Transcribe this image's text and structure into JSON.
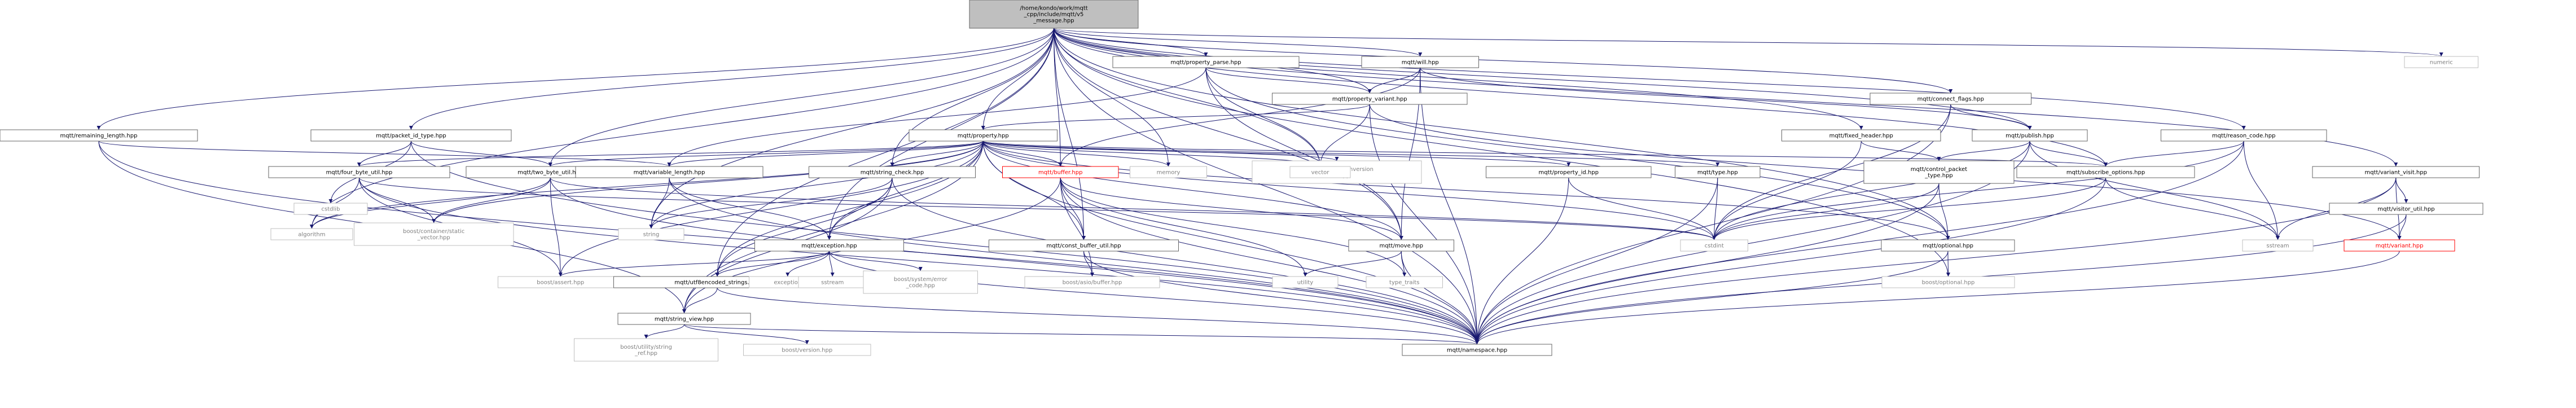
{
  "diagram": {
    "colors": {
      "edge": "#191970",
      "border_normal": "#666666",
      "border_gray": "#bfbfbf",
      "border_red": "#ff0000",
      "fill_root": "#bfbfbf",
      "fill_normal": "#ffffff",
      "text_normal": "#000000",
      "text_gray": "#808080",
      "text_red": "#ff0000"
    },
    "nodes": [
      {
        "id": "root",
        "lines": [
          "/home/kondo/work/mqtt",
          "_cpp/include/mqtt/v5",
          "_message.hpp"
        ],
        "style": "root"
      },
      {
        "id": "remaining_length",
        "lines": [
          "mqtt/remaining_length.hpp"
        ],
        "style": "normal"
      },
      {
        "id": "packet_id_type",
        "lines": [
          "mqtt/packet_id_type.hpp"
        ],
        "style": "normal"
      },
      {
        "id": "property_parse",
        "lines": [
          "mqtt/property_parse.hpp"
        ],
        "style": "normal"
      },
      {
        "id": "will",
        "lines": [
          "mqtt/will.hpp"
        ],
        "style": "normal"
      },
      {
        "id": "property_variant",
        "lines": [
          "mqtt/property_variant.hpp"
        ],
        "style": "normal"
      },
      {
        "id": "property",
        "lines": [
          "mqtt/property.hpp"
        ],
        "style": "normal"
      },
      {
        "id": "connect_flags",
        "lines": [
          "mqtt/connect_flags.hpp"
        ],
        "style": "normal"
      },
      {
        "id": "fixed_header",
        "lines": [
          "mqtt/fixed_header.hpp"
        ],
        "style": "normal"
      },
      {
        "id": "publish",
        "lines": [
          "mqtt/publish.hpp"
        ],
        "style": "normal"
      },
      {
        "id": "reason_code",
        "lines": [
          "mqtt/reason_code.hpp"
        ],
        "style": "normal"
      },
      {
        "id": "numeric",
        "lines": [
          "numeric"
        ],
        "style": "gray"
      },
      {
        "id": "variant_visit",
        "lines": [
          "mqtt/variant_visit.hpp"
        ],
        "style": "normal"
      },
      {
        "id": "four_byte_util",
        "lines": [
          "mqtt/four_byte_util.hpp"
        ],
        "style": "normal"
      },
      {
        "id": "two_byte_util",
        "lines": [
          "mqtt/two_byte_util.hpp"
        ],
        "style": "normal"
      },
      {
        "id": "variable_length",
        "lines": [
          "mqtt/variable_length.hpp"
        ],
        "style": "normal"
      },
      {
        "id": "string_check",
        "lines": [
          "mqtt/string_check.hpp"
        ],
        "style": "normal"
      },
      {
        "id": "buffer",
        "lines": [
          "mqtt/buffer.hpp"
        ],
        "style": "red"
      },
      {
        "id": "memory",
        "lines": [
          "memory"
        ],
        "style": "gray"
      },
      {
        "id": "numeric_conversion",
        "lines": [
          "boost/numeric/conversion",
          "/cast.hpp"
        ],
        "style": "gray"
      },
      {
        "id": "vector",
        "lines": [
          "vector"
        ],
        "style": "gray"
      },
      {
        "id": "property_id",
        "lines": [
          "mqtt/property_id.hpp"
        ],
        "style": "normal"
      },
      {
        "id": "type",
        "lines": [
          "mqtt/type.hpp"
        ],
        "style": "normal"
      },
      {
        "id": "control_packet_type",
        "lines": [
          "mqtt/control_packet",
          "_type.hpp"
        ],
        "style": "normal"
      },
      {
        "id": "subscribe_options",
        "lines": [
          "mqtt/subscribe_options.hpp"
        ],
        "style": "normal"
      },
      {
        "id": "visitor_util",
        "lines": [
          "mqtt/visitor_util.hpp"
        ],
        "style": "normal"
      },
      {
        "id": "cstdlib",
        "lines": [
          "cstdlib"
        ],
        "style": "gray"
      },
      {
        "id": "algorithm",
        "lines": [
          "algorithm"
        ],
        "style": "gray"
      },
      {
        "id": "static_vector",
        "lines": [
          "boost/container/static",
          "_vector.hpp"
        ],
        "style": "gray"
      },
      {
        "id": "string",
        "lines": [
          "string"
        ],
        "style": "gray"
      },
      {
        "id": "exception_hpp",
        "lines": [
          "mqtt/exception.hpp"
        ],
        "style": "normal"
      },
      {
        "id": "const_buffer_util",
        "lines": [
          "mqtt/const_buffer_util.hpp"
        ],
        "style": "normal"
      },
      {
        "id": "move",
        "lines": [
          "mqtt/move.hpp"
        ],
        "style": "normal"
      },
      {
        "id": "cstdint",
        "lines": [
          "cstdint"
        ],
        "style": "gray"
      },
      {
        "id": "optional",
        "lines": [
          "mqtt/optional.hpp"
        ],
        "style": "normal"
      },
      {
        "id": "sstream_top",
        "lines": [
          "sstream"
        ],
        "style": "gray"
      },
      {
        "id": "variant",
        "lines": [
          "mqtt/variant.hpp"
        ],
        "style": "red"
      },
      {
        "id": "boost_assert",
        "lines": [
          "boost/assert.hpp"
        ],
        "style": "gray"
      },
      {
        "id": "utf8encoded_strings",
        "lines": [
          "mqtt/utf8encoded_strings.hpp"
        ],
        "style": "normal"
      },
      {
        "id": "exception_std",
        "lines": [
          "exception"
        ],
        "style": "gray"
      },
      {
        "id": "sstream_bottom",
        "lines": [
          "sstream"
        ],
        "style": "gray"
      },
      {
        "id": "system_error_code",
        "lines": [
          "boost/system/error",
          "_code.hpp"
        ],
        "style": "gray"
      },
      {
        "id": "asio_buffer",
        "lines": [
          "boost/asio/buffer.hpp"
        ],
        "style": "gray"
      },
      {
        "id": "utility",
        "lines": [
          "utility"
        ],
        "style": "gray"
      },
      {
        "id": "type_traits",
        "lines": [
          "type_traits"
        ],
        "style": "gray"
      },
      {
        "id": "boost_optional",
        "lines": [
          "boost/optional.hpp"
        ],
        "style": "gray"
      },
      {
        "id": "string_view",
        "lines": [
          "mqtt/string_view.hpp"
        ],
        "style": "normal"
      },
      {
        "id": "utility_string_ref",
        "lines": [
          "boost/utility/string",
          "_ref.hpp"
        ],
        "style": "gray"
      },
      {
        "id": "boost_version",
        "lines": [
          "boost/version.hpp"
        ],
        "style": "gray"
      },
      {
        "id": "namespace",
        "lines": [
          "mqtt/namespace.hpp"
        ],
        "style": "normal"
      }
    ],
    "edges": [
      [
        "root",
        "remaining_length"
      ],
      [
        "root",
        "packet_id_type"
      ],
      [
        "root",
        "property_parse"
      ],
      [
        "root",
        "will"
      ],
      [
        "root",
        "property_variant"
      ],
      [
        "root",
        "property"
      ],
      [
        "root",
        "connect_flags"
      ],
      [
        "root",
        "fixed_header"
      ],
      [
        "root",
        "publish"
      ],
      [
        "root",
        "reason_code"
      ],
      [
        "root",
        "numeric"
      ],
      [
        "root",
        "variant_visit"
      ],
      [
        "root",
        "two_byte_util"
      ],
      [
        "root",
        "string_check"
      ],
      [
        "root",
        "memory"
      ],
      [
        "root",
        "vector"
      ],
      [
        "root",
        "move"
      ],
      [
        "root",
        "const_buffer_util"
      ],
      [
        "root",
        "namespace"
      ],
      [
        "root",
        "string"
      ],
      [
        "root",
        "algorithm"
      ],
      [
        "root",
        "utf8encoded_strings"
      ],
      [
        "root",
        "boost_optional"
      ],
      [
        "root",
        "subscribe_options"
      ],
      [
        "root",
        "exception_hpp"
      ],
      [
        "root",
        "buffer"
      ],
      [
        "root",
        "optional"
      ],
      [
        "remaining_length",
        "variable_length"
      ],
      [
        "remaining_length",
        "string_view"
      ],
      [
        "remaining_length",
        "namespace"
      ],
      [
        "packet_id_type",
        "cstdlib"
      ],
      [
        "packet_id_type",
        "four_byte_util"
      ],
      [
        "packet_id_type",
        "two_byte_util"
      ],
      [
        "packet_id_type",
        "namespace"
      ],
      [
        "property_parse",
        "property_variant"
      ],
      [
        "property_parse",
        "vector"
      ],
      [
        "property_parse",
        "move"
      ],
      [
        "property_parse",
        "variable_length"
      ],
      [
        "property_parse",
        "optional"
      ],
      [
        "will",
        "property_variant"
      ],
      [
        "will",
        "move"
      ],
      [
        "will",
        "namespace"
      ],
      [
        "will",
        "publish"
      ],
      [
        "will",
        "buffer"
      ],
      [
        "property_variant",
        "property"
      ],
      [
        "property_variant",
        "vector"
      ],
      [
        "property_variant",
        "namespace"
      ],
      [
        "property_variant",
        "variant"
      ],
      [
        "property",
        "four_byte_util"
      ],
      [
        "property",
        "two_byte_util"
      ],
      [
        "property",
        "variable_length"
      ],
      [
        "property",
        "string_check"
      ],
      [
        "property",
        "buffer"
      ],
      [
        "property",
        "memory"
      ],
      [
        "property",
        "numeric_conversion"
      ],
      [
        "property",
        "vector"
      ],
      [
        "property",
        "property_id"
      ],
      [
        "property",
        "type"
      ],
      [
        "property",
        "subscribe_options"
      ],
      [
        "property",
        "optional"
      ],
      [
        "property",
        "string"
      ],
      [
        "property",
        "algorithm"
      ],
      [
        "property",
        "static_vector"
      ],
      [
        "property",
        "exception_hpp"
      ],
      [
        "property",
        "const_buffer_util"
      ],
      [
        "property",
        "move"
      ],
      [
        "property",
        "cstdint"
      ],
      [
        "property",
        "namespace"
      ],
      [
        "property",
        "utf8encoded_strings"
      ],
      [
        "property",
        "string_view"
      ],
      [
        "property",
        "boost_assert"
      ],
      [
        "connect_flags",
        "publish"
      ],
      [
        "connect_flags",
        "cstdint"
      ],
      [
        "connect_flags",
        "namespace"
      ],
      [
        "fixed_header",
        "control_packet_type"
      ],
      [
        "fixed_header",
        "cstdint"
      ],
      [
        "publish",
        "subscribe_options"
      ],
      [
        "publish",
        "control_packet_type"
      ],
      [
        "publish",
        "cstdint"
      ],
      [
        "publish",
        "sstream_top"
      ],
      [
        "publish",
        "namespace"
      ],
      [
        "reason_code",
        "cstdint"
      ],
      [
        "reason_code",
        "sstream_top"
      ],
      [
        "reason_code",
        "subscribe_options"
      ],
      [
        "reason_code",
        "namespace"
      ],
      [
        "variant_visit",
        "visitor_util"
      ],
      [
        "variant_visit",
        "variant"
      ],
      [
        "variant_visit",
        "sstream_top"
      ],
      [
        "variant_visit",
        "namespace"
      ],
      [
        "visitor_util",
        "variant"
      ],
      [
        "visitor_util",
        "namespace"
      ],
      [
        "four_byte_util",
        "algorithm"
      ],
      [
        "four_byte_util",
        "static_vector"
      ],
      [
        "four_byte_util",
        "boost_assert"
      ],
      [
        "four_byte_util",
        "cstdint"
      ],
      [
        "four_byte_util",
        "namespace"
      ],
      [
        "two_byte_util",
        "algorithm"
      ],
      [
        "two_byte_util",
        "static_vector"
      ],
      [
        "two_byte_util",
        "boost_assert"
      ],
      [
        "two_byte_util",
        "cstdint"
      ],
      [
        "two_byte_util",
        "namespace"
      ],
      [
        "variable_length",
        "string"
      ],
      [
        "variable_length",
        "exception_hpp"
      ],
      [
        "variable_length",
        "namespace"
      ],
      [
        "string_check",
        "string"
      ],
      [
        "string_check",
        "exception_hpp"
      ],
      [
        "string_check",
        "utf8encoded_strings"
      ],
      [
        "string_check",
        "string_view"
      ],
      [
        "string_check",
        "namespace"
      ],
      [
        "buffer",
        "utility"
      ],
      [
        "buffer",
        "type_traits"
      ],
      [
        "buffer",
        "move"
      ],
      [
        "buffer",
        "asio_buffer"
      ],
      [
        "buffer",
        "string_view"
      ],
      [
        "buffer",
        "namespace"
      ],
      [
        "buffer",
        "const_buffer_util"
      ],
      [
        "property_id",
        "cstdint"
      ],
      [
        "property_id",
        "namespace"
      ],
      [
        "type",
        "cstdint"
      ],
      [
        "type",
        "namespace"
      ],
      [
        "control_packet_type",
        "cstdint"
      ],
      [
        "control_packet_type",
        "optional"
      ],
      [
        "control_packet_type",
        "namespace"
      ],
      [
        "subscribe_options",
        "cstdint"
      ],
      [
        "subscribe_options",
        "sstream_top"
      ],
      [
        "subscribe_options",
        "namespace"
      ],
      [
        "exception_hpp",
        "exception_std"
      ],
      [
        "exception_hpp",
        "sstream_bottom"
      ],
      [
        "exception_hpp",
        "system_error_code"
      ],
      [
        "exception_hpp",
        "boost_assert"
      ],
      [
        "exception_hpp",
        "utf8encoded_strings"
      ],
      [
        "exception_hpp",
        "namespace"
      ],
      [
        "const_buffer_util",
        "asio_buffer"
      ],
      [
        "const_buffer_util",
        "namespace"
      ],
      [
        "move",
        "utility"
      ],
      [
        "move",
        "type_traits"
      ],
      [
        "move",
        "namespace"
      ],
      [
        "optional",
        "boost_optional"
      ],
      [
        "optional",
        "namespace"
      ],
      [
        "variant",
        "namespace"
      ],
      [
        "utf8encoded_strings",
        "string_view"
      ],
      [
        "utf8encoded_strings",
        "namespace"
      ],
      [
        "string_view",
        "utility_string_ref"
      ],
      [
        "string_view",
        "boost_version"
      ],
      [
        "string_view",
        "namespace"
      ]
    ]
  }
}
